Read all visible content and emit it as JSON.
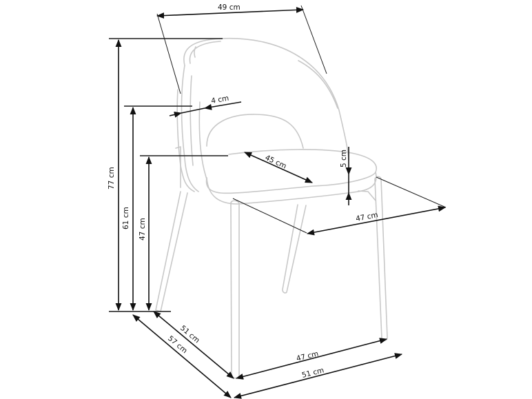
{
  "diagram": {
    "subject": "Chair dimension drawing",
    "line_color": "#c8c8c8",
    "dimension_color": "#111111",
    "dimensions": {
      "back_width": "49 cm",
      "total_height": "77 cm",
      "backrest_bottom_height": "61 cm",
      "seat_height": "47 cm",
      "back_thickness": "4 cm",
      "seat_depth": "45 cm",
      "seat_thickness": "5 cm",
      "seat_width": "47 cm",
      "leg_depth": "51 cm",
      "overall_depth": "57 cm",
      "leg_width": "47 cm",
      "overall_width": "51 cm"
    }
  }
}
